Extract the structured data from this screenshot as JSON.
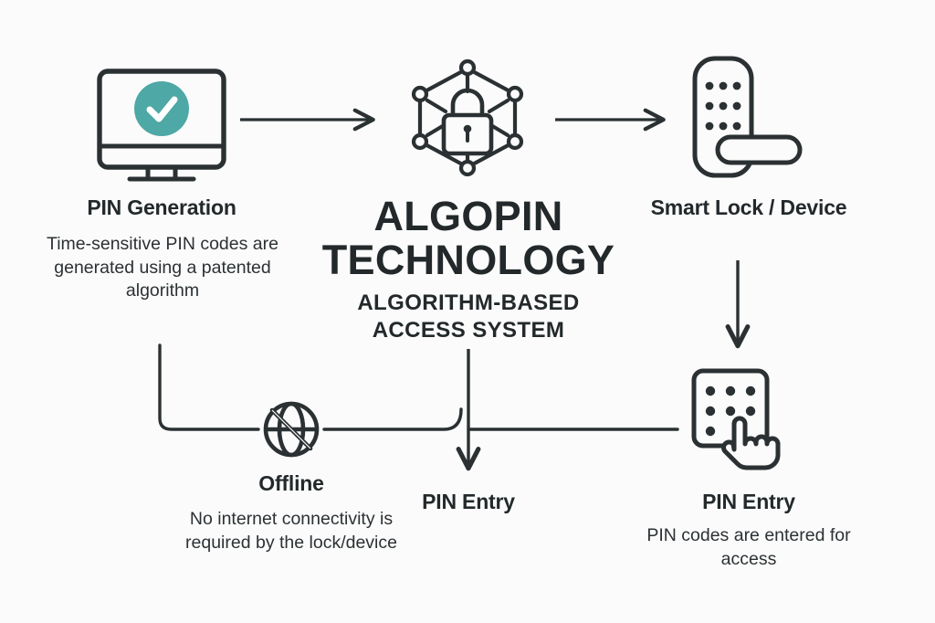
{
  "background": "#fbfbfb",
  "colors": {
    "ink": "#23292b",
    "accent_teal": "#4ea8a5",
    "line": "#2b3133"
  },
  "brand": {
    "title_line1": "ALGOPIN",
    "title_line2": "TECHNOLOGY",
    "subtitle_line1": "ALGORITHM-BASED",
    "subtitle_line2": "ACCESS SYSTEM",
    "icon": "hexagon-network-lock-icon"
  },
  "nodes": {
    "pin_generation": {
      "icon": "desktop-monitor-check-icon",
      "title": "PIN Generation",
      "description": "Time-sensitive PIN codes are generated using a patented algorithm"
    },
    "smart_lock": {
      "icon": "smart-lock-keypad-handle-icon",
      "title": "Smart Lock / Device",
      "description": ""
    },
    "offline": {
      "icon": "globe-slash-offline-icon",
      "title": "Offline",
      "description": "No internet connectivity is required by the lock/device"
    },
    "pin_entry_center": {
      "title": "PIN Entry"
    },
    "pin_entry_right": {
      "icon": "keypad-hand-tap-icon",
      "title": "PIN Entry",
      "description": "PIN codes are entered for access"
    }
  },
  "connectors": [
    {
      "name": "arrow-pin-generation-to-algopin",
      "type": "arrow-right"
    },
    {
      "name": "arrow-algopin-to-smart-lock",
      "type": "arrow-right"
    },
    {
      "name": "arrow-smart-lock-to-pin-entry",
      "type": "arrow-down"
    },
    {
      "name": "elbow-pin-generation-to-offline",
      "type": "elbow"
    },
    {
      "name": "line-offline-to-pin-entry-right",
      "type": "line-hop"
    },
    {
      "name": "arrow-algopin-to-pin-entry-center",
      "type": "arrow-down"
    }
  ]
}
